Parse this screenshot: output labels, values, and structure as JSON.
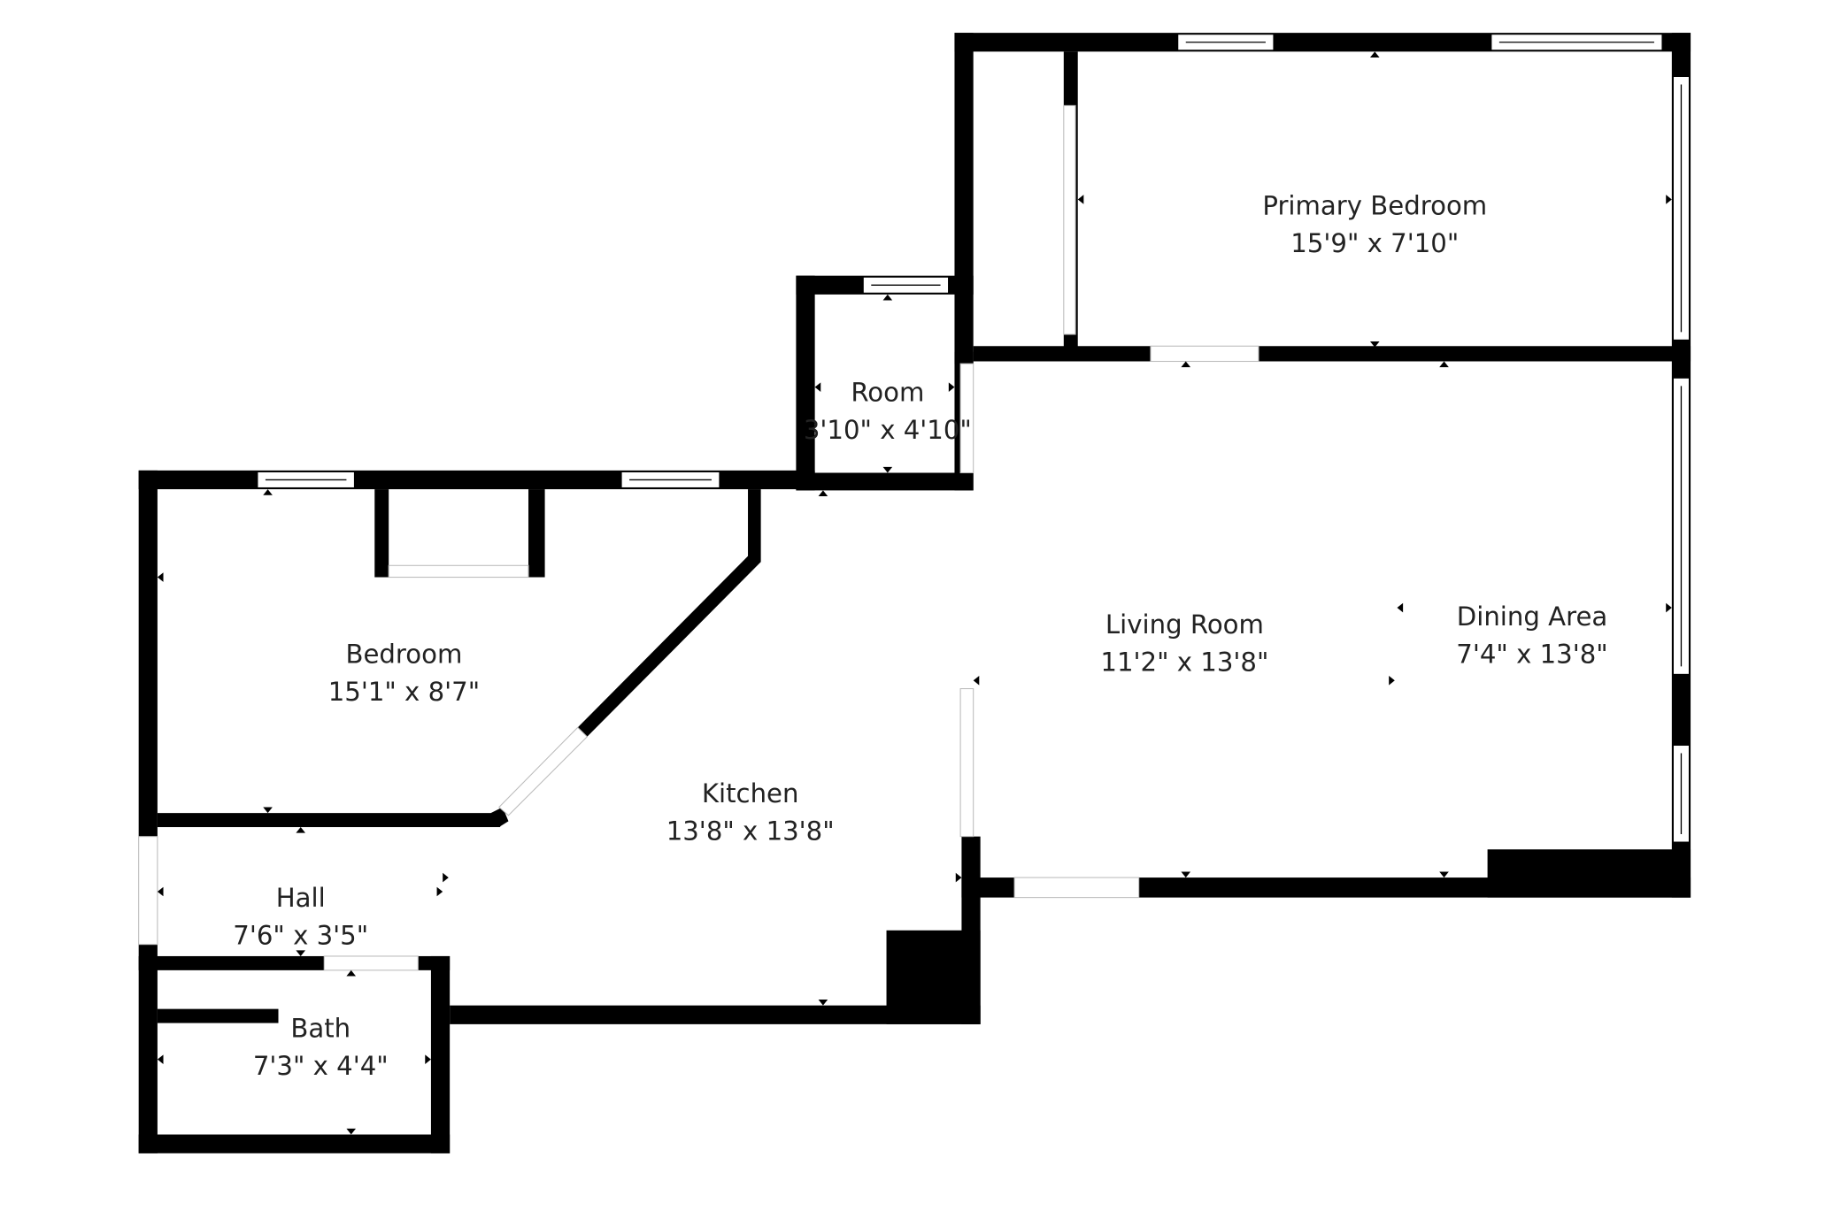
{
  "rooms": [
    {
      "name": "Primary Bedroom",
      "size": "15'9\" x 7'10\""
    },
    {
      "name": "Room",
      "size": "3'10\" x 4'10\""
    },
    {
      "name": "Bedroom",
      "size": "15'1\" x 8'7\""
    },
    {
      "name": "Living Room",
      "size": "11'2\" x 13'8\""
    },
    {
      "name": "Dining Area",
      "size": "7'4\" x 13'8\""
    },
    {
      "name": "Kitchen",
      "size": "13'8\" x 13'8\""
    },
    {
      "name": "Hall",
      "size": "7'6\" x 3'5\""
    },
    {
      "name": "Bath",
      "size": "7'3\" x 4'4\""
    }
  ],
  "colors": {
    "wall": "#000000",
    "background": "#ffffff"
  }
}
